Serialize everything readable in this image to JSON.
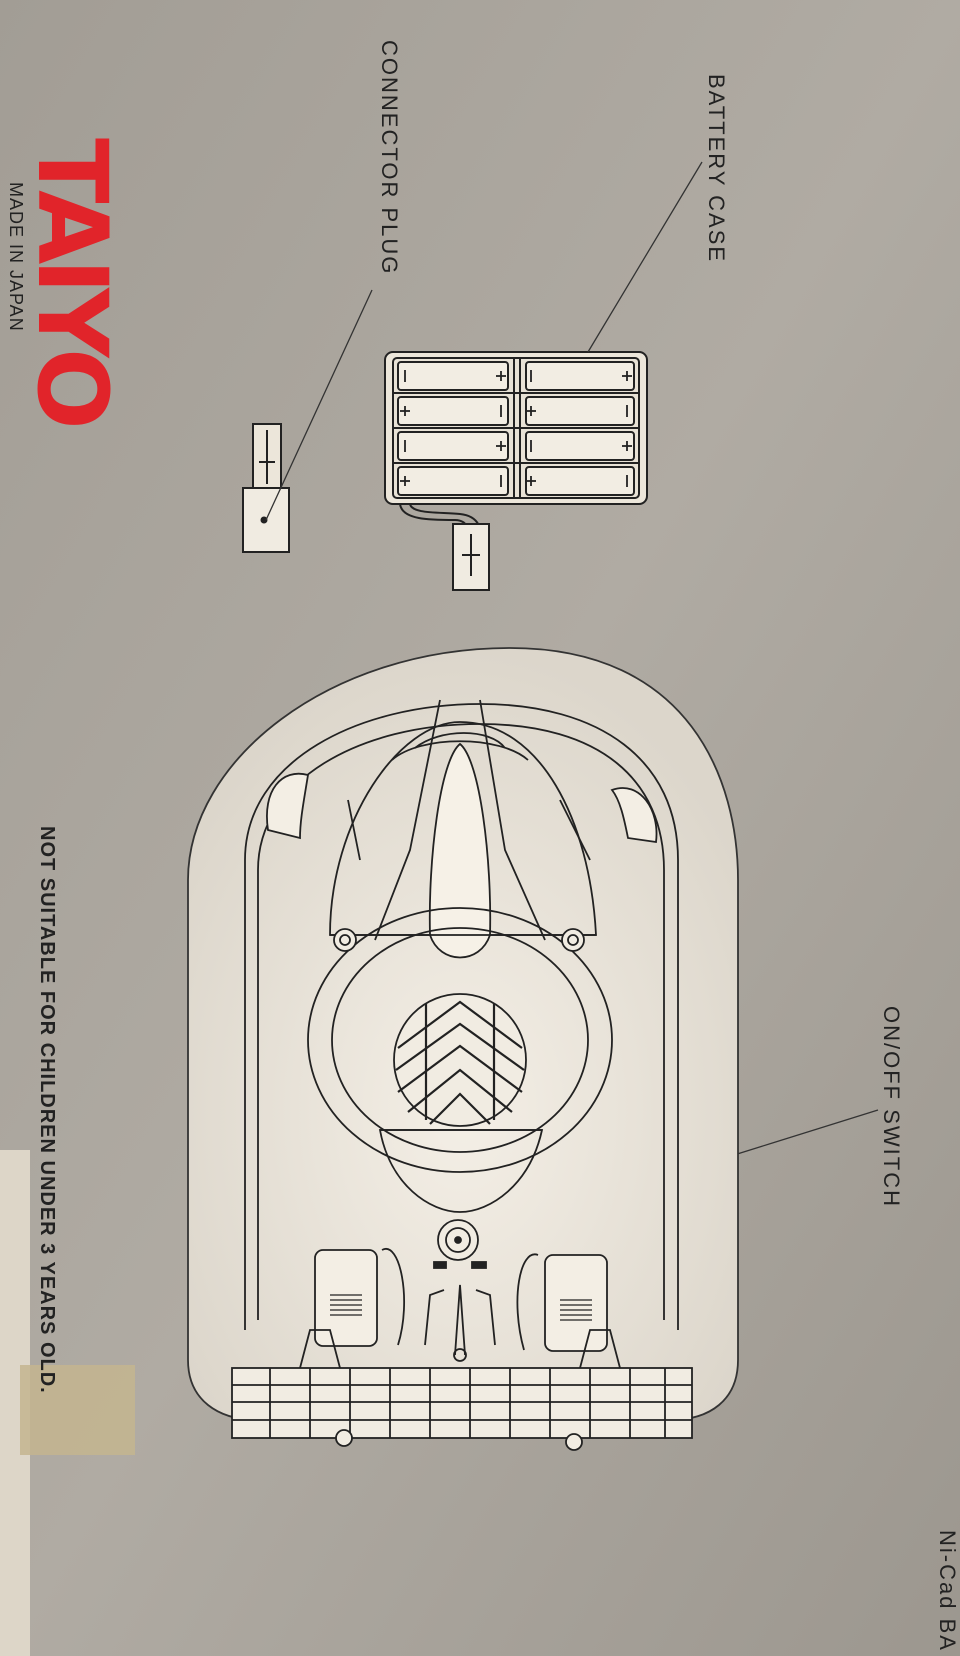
{
  "box": {
    "brand": "TAIYO",
    "made_in": "MADE IN JAPAN",
    "labels": {
      "battery_case": "BATTERY  CASE",
      "connector_plug": "CONNECTOR PLUG",
      "on_off_switch": "ON/OFF  SWITCH"
    },
    "warning": "NOT SUITABLE FOR CHILDREN UNDER 3 YEARS OLD.",
    "battery_note": "Ni-Cad BA"
  },
  "colors": {
    "box_background": "#a8a39b",
    "brand_red": "#e1242a",
    "panel": "#eee9df",
    "line": "#222222"
  }
}
